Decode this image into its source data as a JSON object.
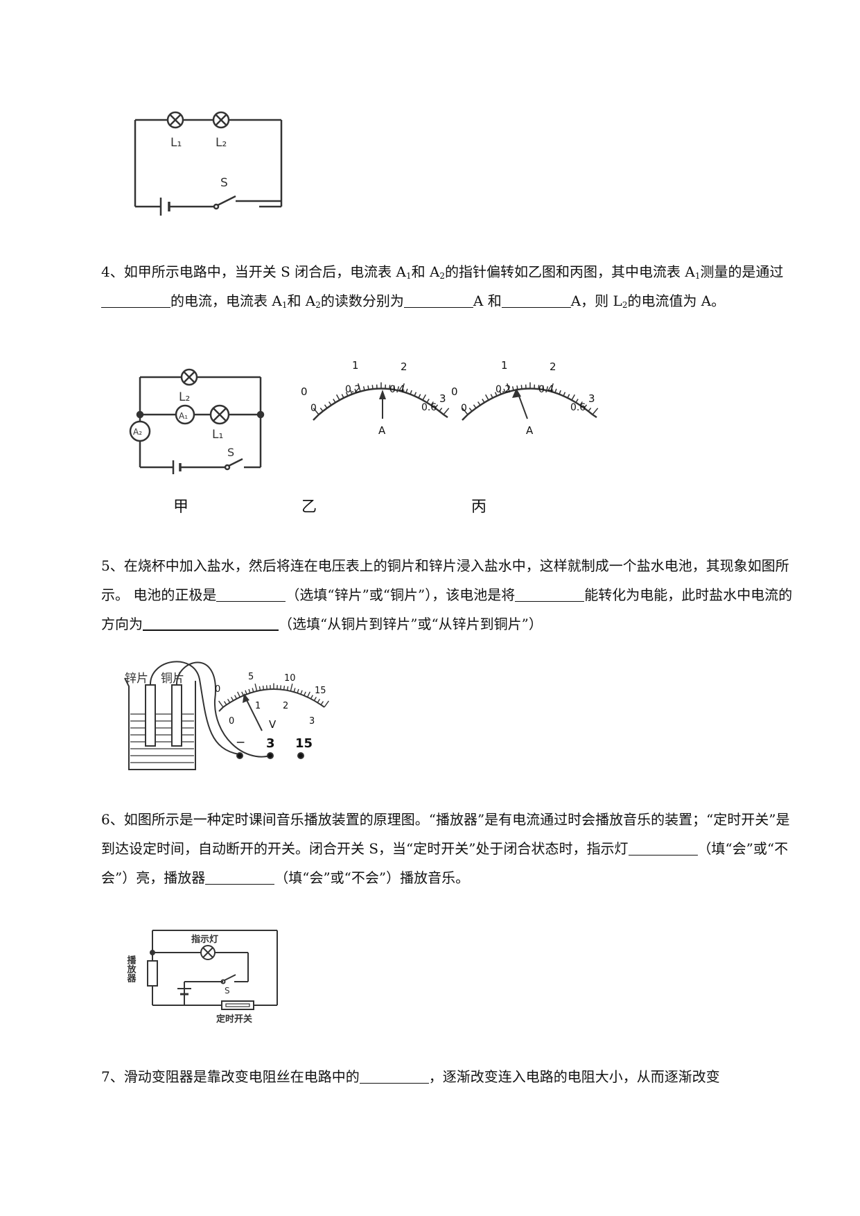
{
  "fig3": {
    "l1": "L₁",
    "l2": "L₂",
    "s": "S"
  },
  "q4": {
    "t1": "4、如甲所示电路中，当开关 S 闭合后，电流表 A",
    "t2": "和 A",
    "t3": "的指针偏转如乙图和丙图，其中电流表 A",
    "t4": "测量的是通过",
    "t5": "的电流，电流表 A",
    "t6": "和 A",
    "t7": "的读数分别为",
    "t8": "A 和",
    "t9": "A，则 L",
    "t10": "的电流值为 A。",
    "sub1": "1",
    "sub2": "2"
  },
  "fig4": {
    "l2": "L₂",
    "l1": "L₁",
    "a1": "A₁",
    "a2": "A₂",
    "s": "S",
    "cap_jia": "甲",
    "cap_yi": "乙",
    "cap_bing": "丙",
    "meter": {
      "top0": "0",
      "top1": "1",
      "top2": "2",
      "top3": "3",
      "bot0": "0",
      "bot02": "0.2",
      "bot04": "0.4",
      "bot06": "0.6",
      "unit": "A"
    }
  },
  "q5": {
    "t1": "5、在烧杯中加入盐水，然后将连在电压表上的铜片和锌片浸入盐水中，这样就制成一个盐水电池，其现象如图所示。 电池的正极是",
    "t2": "（选填“锌片”或“铜片”），该电池是将",
    "t3": "能转化为电能，此时盐水中电流的方向为",
    "t4": "（选填“从铜片到锌片”或“从锌片到铜片”）"
  },
  "fig5": {
    "zinc": "锌片",
    "copper": "铜片",
    "top0": "0",
    "top5": "5",
    "top10": "10",
    "top15": "15",
    "bot0": "0",
    "bot1": "1",
    "bot2": "2",
    "bot3": "3",
    "unit": "V",
    "term_minus": "−",
    "term3": "3",
    "term15": "15"
  },
  "q6": {
    "t1": "6、如图所示是一种定时课间音乐播放装置的原理图。“播放器”是有电流通过时会播放音乐的装置；“定时开关”是到达设定时间，自动断开的开关。闭合开关 S，当“定时开关”处于闭合状态时，指示灯",
    "t2": "（填“会”或“不会”）亮，播放器",
    "t3": "（填“会”或“不会”）播放音乐。"
  },
  "fig6": {
    "lamp": "指示灯",
    "player": "播放器",
    "s": "S",
    "timer": "定时开关"
  },
  "q7": {
    "t1": "7、滑动变阻器是靠改变电阻丝在电路中的",
    "t2": "，逐渐改变连入电路的电阻大小，从而逐渐改变"
  }
}
